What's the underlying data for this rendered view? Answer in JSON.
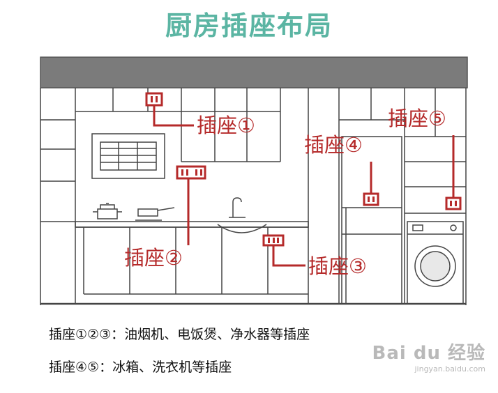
{
  "title": "厨房插座布局",
  "labels": {
    "s1": "插座①",
    "s2": "插座②",
    "s3": "插座③",
    "s4": "插座④",
    "s5": "插座⑤"
  },
  "captions": {
    "line1": "插座①②③：油烟机、电饭煲、净水器等插座",
    "line2": "插座④⑤：冰箱、洗衣机等插座"
  },
  "watermark": {
    "brand": "Bai du 经验",
    "url": "jingyan.baidu.com"
  },
  "colors": {
    "title": "#5bb5a3",
    "accent": "#b52a2a",
    "line": "#444444",
    "top_band": "#7b7b7b"
  }
}
